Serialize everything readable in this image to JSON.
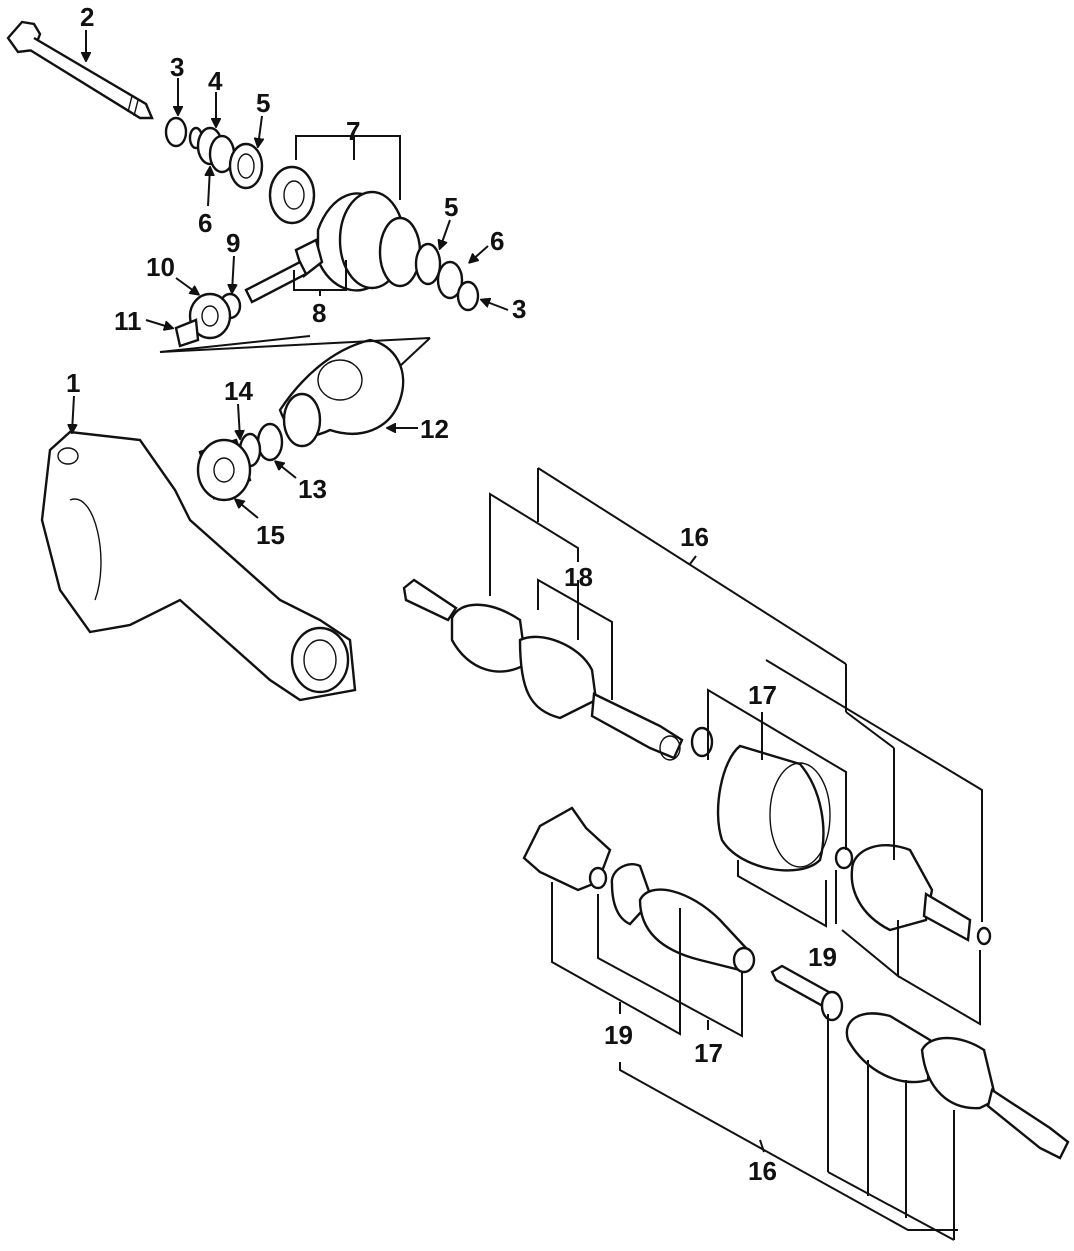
{
  "diagram": {
    "callouts": [
      {
        "id": "c1",
        "text": "1"
      },
      {
        "id": "c2",
        "text": "2"
      },
      {
        "id": "c3a",
        "text": "3"
      },
      {
        "id": "c3b",
        "text": "3"
      },
      {
        "id": "c4",
        "text": "4"
      },
      {
        "id": "c5a",
        "text": "5"
      },
      {
        "id": "c5b",
        "text": "5"
      },
      {
        "id": "c6a",
        "text": "6"
      },
      {
        "id": "c6b",
        "text": "6"
      },
      {
        "id": "c7",
        "text": "7"
      },
      {
        "id": "c8",
        "text": "8"
      },
      {
        "id": "c9",
        "text": "9"
      },
      {
        "id": "c10",
        "text": "10"
      },
      {
        "id": "c11",
        "text": "11"
      },
      {
        "id": "c12",
        "text": "12"
      },
      {
        "id": "c13",
        "text": "13"
      },
      {
        "id": "c14",
        "text": "14"
      },
      {
        "id": "c15",
        "text": "15"
      },
      {
        "id": "c16a",
        "text": "16"
      },
      {
        "id": "c16b",
        "text": "16"
      },
      {
        "id": "c17a",
        "text": "17"
      },
      {
        "id": "c17b",
        "text": "17"
      },
      {
        "id": "c18",
        "text": "18"
      },
      {
        "id": "c19a",
        "text": "19"
      },
      {
        "id": "c19b",
        "text": "19"
      }
    ]
  }
}
